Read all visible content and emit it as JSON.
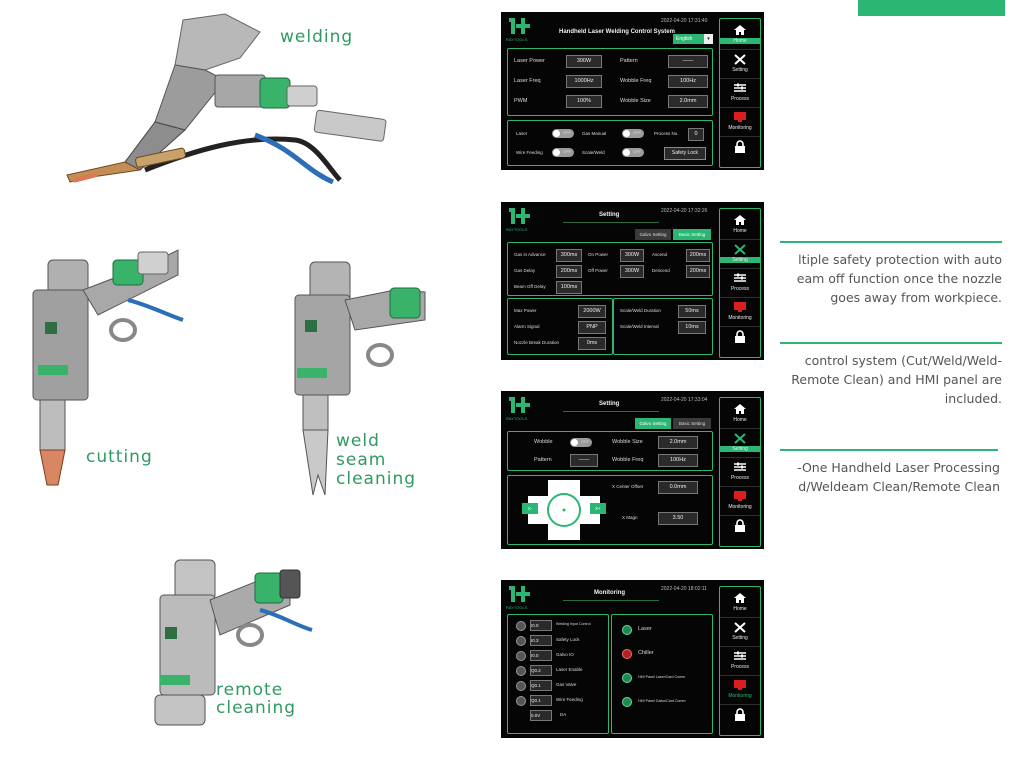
{
  "labels": {
    "welding": "welding",
    "cutting": "cutting",
    "weld_seam_cleaning": [
      "weld",
      "seam",
      "cleaning"
    ],
    "remote_cleaning": [
      "remote",
      "cleaning"
    ]
  },
  "colors": {
    "accent": "#2bb673",
    "label_green": "#2f9a63",
    "screen_bg": "#050505",
    "alert_red": "#d81e1e"
  },
  "brand": {
    "logo_text": "RAYTOOLS",
    "logo_icon": "r-plus-logo-icon"
  },
  "nav": {
    "home": "Home",
    "setting": "Setting",
    "process": "Process",
    "monitoring": "Monitoring",
    "icons": [
      "home-icon",
      "tools-icon",
      "sliders-icon",
      "monitor-icon",
      "lock-icon"
    ]
  },
  "screen1": {
    "title": "Handheld Laser Welding Control System",
    "time": "2022-04-20   17:31:40",
    "language": "English",
    "rows": [
      {
        "label": "Laser Power",
        "value": "300W",
        "label2": "Pattern",
        "value2": "——"
      },
      {
        "label": "Laser Freq",
        "value": "1000Hz",
        "label2": "Wobble Freq",
        "value2": "100Hz"
      },
      {
        "label": "PWM",
        "value": "100%",
        "label2": "Wobble Size",
        "value2": "2.0mm"
      }
    ],
    "switches": {
      "laser": "Laser",
      "gas_manual": "Gas Manual",
      "wire_feeding": "Wire Feeding",
      "scale_weld": "Scale/Weld",
      "off_text": "OFF",
      "process_no_label": "Process No.",
      "process_no": "0",
      "safety_lock": "Safety Lock"
    }
  },
  "screen2": {
    "title": "Setting",
    "time": "2022-04-20   17:32:26",
    "tabs": [
      "Galvo Setting",
      "Basic Setting"
    ],
    "rows": [
      {
        "l1": "Gas in Advance",
        "v1": "300ms",
        "l2": "On Power",
        "v2": "300W",
        "l3": "Ascend",
        "v3": "200ms"
      },
      {
        "l1": "Gas Delay",
        "v1": "200ms",
        "l2": "Off Power",
        "v2": "300W",
        "l3": "Descend",
        "v3": "200ms"
      },
      {
        "l1": "Beam Off Delay",
        "v1": "100ms"
      }
    ],
    "lower_left": [
      {
        "label": "Max Power",
        "value": "2000W"
      },
      {
        "label": "Alarm Signal",
        "value": "PNP"
      },
      {
        "label": "Nozzle Break Duration",
        "value": "0ms"
      }
    ],
    "lower_right": [
      {
        "label": "Scale/Weld Duration",
        "value": "50ms"
      },
      {
        "label": "Scale/Weld Interval",
        "value": "10ms"
      }
    ]
  },
  "screen3": {
    "title": "Setting",
    "time": "2022-04-20   17:33:04",
    "tabs": [
      "Galvo Setting",
      "Basic Setting"
    ],
    "wobble": "Wobble",
    "off_text": "OFF",
    "pattern": "Pattern",
    "pattern_value": "——",
    "wobble_size": "Wobble Size",
    "wobble_size_value": "2.0mm",
    "wobble_freq": "Wobble Freq",
    "wobble_freq_value": "100Hz",
    "x_center": "X Center Offset",
    "x_center_value": "0.0mm",
    "x_magn": "X Magn",
    "x_magn_value": "3.50",
    "x_minus": "X-",
    "x_plus": "X+"
  },
  "screen4": {
    "title": "Monitoring",
    "time": "2022-04-20   18:02:11",
    "io": [
      {
        "code": "I0.0",
        "label": "Welding Input Control"
      },
      {
        "code": "I0.3",
        "label": "Safety Lock"
      },
      {
        "code": "I0.0",
        "label": "Galvo IO"
      },
      {
        "code": "Q0.2",
        "label": "Laser Enable"
      },
      {
        "code": "Q0.1",
        "label": "Gas Valve"
      },
      {
        "code": "Q0.1",
        "label": "Wire Feeding"
      },
      {
        "code": "0.0V",
        "label": "DA"
      }
    ],
    "status": [
      {
        "label": "Laser",
        "state": "green"
      },
      {
        "label": "Chiller",
        "state": "red"
      },
      {
        "label": "HMI Panel Laser/Card Comm",
        "state": "green"
      },
      {
        "label": "HMI Panel Galvo/Card Comm",
        "state": "green"
      }
    ]
  },
  "side": {
    "block1": [
      "ltiple safety protection with auto",
      "eam off function once the nozzle",
      "goes away from workpiece."
    ],
    "block2": [
      "control system (Cut/Weld/Weld-",
      "Remote Clean) and HMI panel are",
      "included."
    ],
    "block3": [
      "-One Handheld Laser Processing",
      "d/Weldeam Clean/Remote Clean"
    ]
  }
}
